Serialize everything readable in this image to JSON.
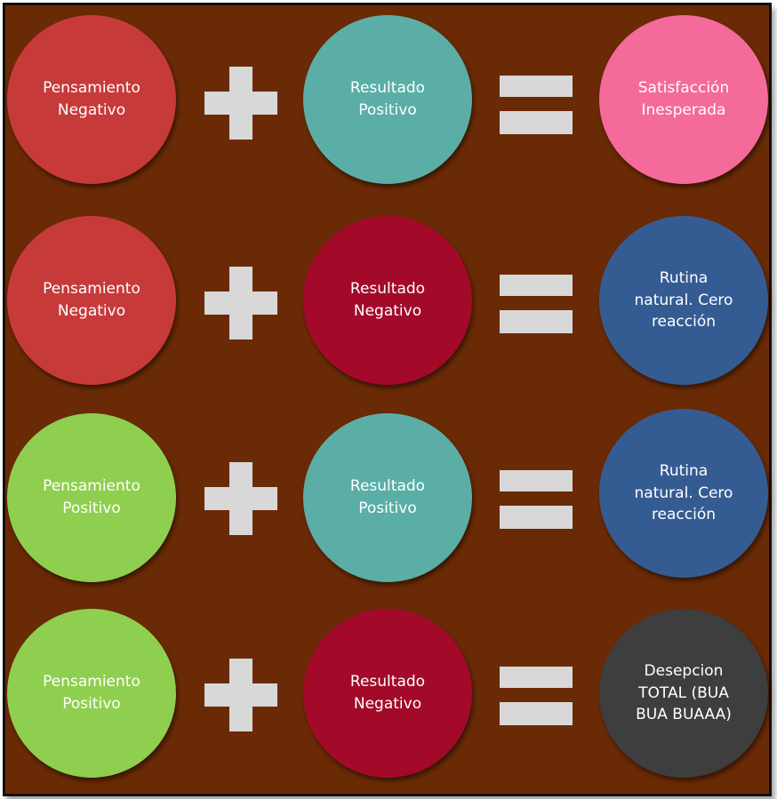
{
  "colors": {
    "background": "#6a2a06",
    "operator": "#d8d8d8",
    "negative_thought": "#c73a3a",
    "positive_thought": "#8fcf4f",
    "positive_result": "#5aaea6",
    "negative_result": "#a30a2a",
    "satisfaction": "#f46a9a",
    "routine": "#355c92",
    "disappointment": "#3e3e3e"
  },
  "rows": [
    {
      "thought": "Pensamiento\nNegativo",
      "result": "Resultado\nPositivo",
      "outcome": "Satisfacción\nInesperada"
    },
    {
      "thought": "Pensamiento\nNegativo",
      "result": "Resultado\nNegativo",
      "outcome": "Rutina\nnatural. Cero\nreacción"
    },
    {
      "thought": "Pensamiento\nPositivo",
      "result": "Resultado\nPositivo",
      "outcome": "Rutina\nnatural. Cero\nreacción"
    },
    {
      "thought": "Pensamiento\nPositivo",
      "result": "Resultado\nNegativo",
      "outcome": "Desepcion\nTOTAL (BUA\nBUA BUAAA)"
    }
  ]
}
